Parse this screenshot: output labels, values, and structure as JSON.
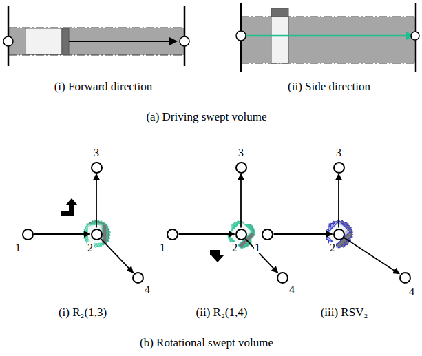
{
  "diagram": {
    "nodes": [
      {
        "text": [
          "1"
        ]
      },
      {
        "text": [
          "2"
        ]
      },
      {
        "text": [
          "3"
        ]
      },
      {
        "text": [
          "4"
        ]
      },
      {
        "text": [
          "1"
        ]
      },
      {
        "text": [
          "2"
        ]
      },
      {
        "text": [
          "3"
        ]
      },
      {
        "text": [
          "4"
        ]
      },
      {
        "text": [
          "1"
        ]
      },
      {
        "text": [
          "2"
        ]
      },
      {
        "text": [
          "3"
        ]
      },
      {
        "text": [
          "4"
        ]
      }
    ],
    "edges": [
      {
        "from": 0,
        "to": 1,
        "arrow": "to"
      },
      {
        "from": 1,
        "to": 2,
        "arrow": "to"
      },
      {
        "from": 1,
        "to": 3,
        "arrow": "to"
      },
      {
        "from": 4,
        "to": 5,
        "arrow": "to"
      },
      {
        "from": 5,
        "to": 6,
        "arrow": "to"
      },
      {
        "from": 5,
        "to": 7,
        "arrow": "to"
      },
      {
        "from": 8,
        "to": 9,
        "arrow": "to"
      },
      {
        "from": 9,
        "to": 10,
        "arrow": "to"
      },
      {
        "from": 9,
        "to": 11,
        "arrow": "to"
      }
    ],
    "labels": [
      "(i) Forward direction",
      "(ii) Side direction",
      "(a) Driving swept volume",
      "(i) R₂(1,3)",
      "(ii) R₂(1,4)",
      "(iii) RSV₂",
      "(b) Rotational swept volume"
    ]
  }
}
